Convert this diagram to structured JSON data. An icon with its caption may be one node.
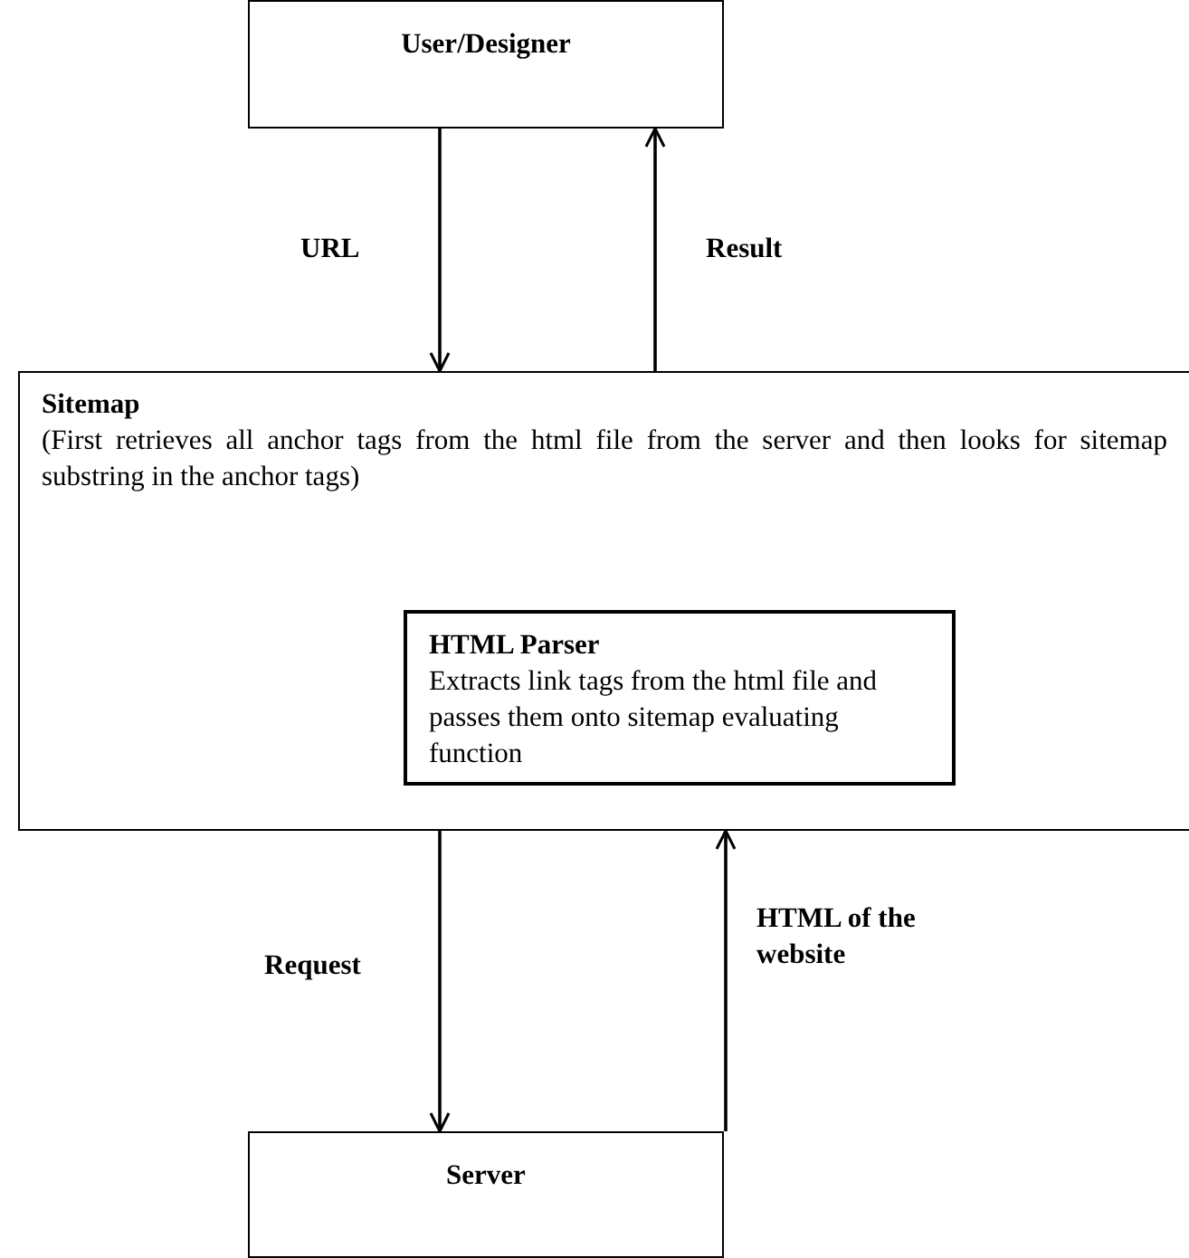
{
  "diagram": {
    "nodes": [
      {
        "text": [
          "User/Designer"
        ]
      },
      {
        "text": [
          "Sitemap",
          "(First retrieves all anchor tags from the html file from the server and then looks for sitemap substring in the anchor tags)"
        ]
      },
      {
        "text": [
          "HTML Parser",
          "Extracts link tags from the html file and passes them onto sitemap evaluating function"
        ],
        "in": 1
      },
      {
        "text": [
          "Server"
        ]
      }
    ],
    "edges": [
      {
        "from": 0,
        "to": 1,
        "arrow": "to",
        "label": "URL"
      },
      {
        "from": 1,
        "to": 0,
        "arrow": "to",
        "label": "Result"
      },
      {
        "from": 1,
        "to": 3,
        "arrow": "to",
        "label": "Request"
      },
      {
        "from": 3,
        "to": 1,
        "arrow": "to",
        "label": "HTML of the website"
      }
    ]
  }
}
